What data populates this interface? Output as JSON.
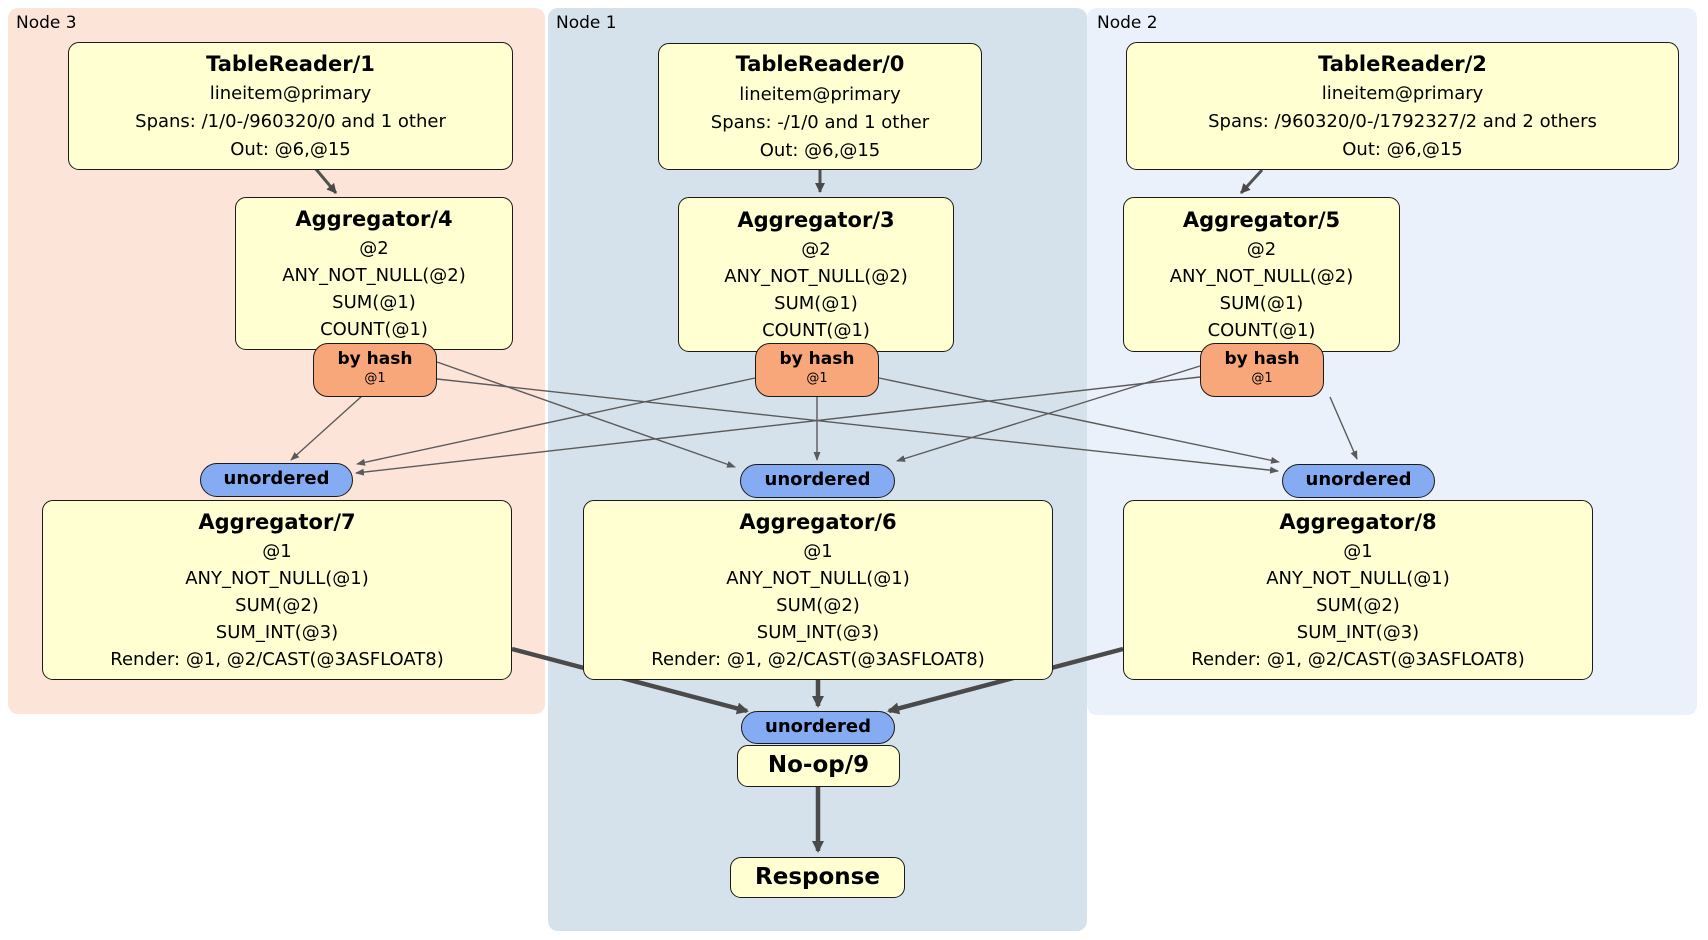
{
  "colors": {
    "node3_bg": "#fce4d8",
    "node1_bg": "#d5e2ec",
    "node2_bg": "#ebf1fa",
    "box_fill": "#ffffd2",
    "router_fill": "#f7a77a",
    "sync_fill": "#85acf2",
    "edge": "#5a5a5a"
  },
  "groups": {
    "node3": {
      "label": "Node 3"
    },
    "node1": {
      "label": "Node 1"
    },
    "node2": {
      "label": "Node 2"
    }
  },
  "boxes": {
    "tr1": {
      "title": "TableReader/1",
      "lines": [
        "lineitem@primary",
        "Spans: /1/0-/960320/0 and 1 other",
        "Out: @6,@15"
      ]
    },
    "tr0": {
      "title": "TableReader/0",
      "lines": [
        "lineitem@primary",
        "Spans: -/1/0 and 1 other",
        "Out: @6,@15"
      ]
    },
    "tr2": {
      "title": "TableReader/2",
      "lines": [
        "lineitem@primary",
        "Spans: /960320/0-/1792327/2 and 2 others",
        "Out: @6,@15"
      ]
    },
    "agg4": {
      "title": "Aggregator/4",
      "lines": [
        "@2",
        "ANY_NOT_NULL(@2)",
        "SUM(@1)",
        "COUNT(@1)"
      ]
    },
    "agg3": {
      "title": "Aggregator/3",
      "lines": [
        "@2",
        "ANY_NOT_NULL(@2)",
        "SUM(@1)",
        "COUNT(@1)"
      ]
    },
    "agg5": {
      "title": "Aggregator/5",
      "lines": [
        "@2",
        "ANY_NOT_NULL(@2)",
        "SUM(@1)",
        "COUNT(@1)"
      ]
    },
    "agg7": {
      "title": "Aggregator/7",
      "lines": [
        "@1",
        "ANY_NOT_NULL(@1)",
        "SUM(@2)",
        "SUM_INT(@3)",
        "Render: @1, @2/CAST(@3ASFLOAT8)"
      ]
    },
    "agg6": {
      "title": "Aggregator/6",
      "lines": [
        "@1",
        "ANY_NOT_NULL(@1)",
        "SUM(@2)",
        "SUM_INT(@3)",
        "Render: @1, @2/CAST(@3ASFLOAT8)"
      ]
    },
    "agg8": {
      "title": "Aggregator/8",
      "lines": [
        "@1",
        "ANY_NOT_NULL(@1)",
        "SUM(@2)",
        "SUM_INT(@3)",
        "Render: @1, @2/CAST(@3ASFLOAT8)"
      ]
    },
    "noop": {
      "title": "No-op/9"
    },
    "response": {
      "title": "Response"
    }
  },
  "pills": {
    "router_label": "by hash",
    "router_sub": "@1",
    "sync_label": "unordered"
  },
  "edges": {
    "tr": [
      [
        315,
        168,
        336,
        193
      ],
      [
        820,
        170,
        820,
        192
      ],
      [
        1262,
        170,
        1241,
        193
      ]
    ],
    "thin": [
      [
        362,
        396,
        291,
        460
      ],
      [
        437,
        362,
        735,
        467
      ],
      [
        437,
        379,
        1278,
        471
      ],
      [
        755,
        378,
        357,
        464
      ],
      [
        817,
        397,
        817,
        460
      ],
      [
        879,
        378,
        1279,
        462
      ],
      [
        1200,
        377,
        356,
        473
      ],
      [
        1200,
        366,
        897,
        461
      ],
      [
        1330,
        397,
        1357,
        459
      ]
    ],
    "thick": [
      [
        512,
        649,
        747,
        711
      ],
      [
        1123,
        649,
        889,
        711
      ],
      [
        818,
        680,
        818,
        706
      ],
      [
        818,
        787,
        818,
        851
      ]
    ]
  }
}
